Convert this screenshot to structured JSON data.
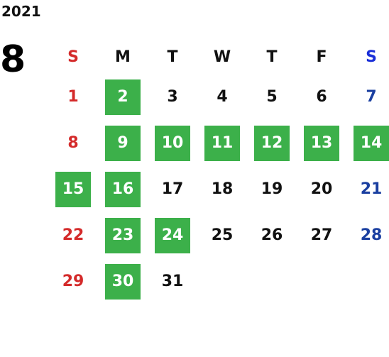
{
  "year": "2021",
  "month": "8",
  "weekdays": [
    "S",
    "M",
    "T",
    "W",
    "T",
    "F",
    "S"
  ],
  "colors": {
    "sunday": "#d42a2a",
    "saturday": "#1a3fa0",
    "highlight": "#3cb04a"
  },
  "weeks": [
    [
      {
        "d": "1"
      },
      {
        "d": "2",
        "hl": true
      },
      {
        "d": "3"
      },
      {
        "d": "4"
      },
      {
        "d": "5"
      },
      {
        "d": "6"
      },
      {
        "d": "7"
      }
    ],
    [
      {
        "d": "8"
      },
      {
        "d": "9",
        "hl": true
      },
      {
        "d": "10",
        "hl": true
      },
      {
        "d": "11",
        "hl": true
      },
      {
        "d": "12",
        "hl": true
      },
      {
        "d": "13",
        "hl": true
      },
      {
        "d": "14",
        "hl": true
      }
    ],
    [
      {
        "d": "15",
        "hl": true
      },
      {
        "d": "16",
        "hl": true
      },
      {
        "d": "17"
      },
      {
        "d": "18"
      },
      {
        "d": "19"
      },
      {
        "d": "20"
      },
      {
        "d": "21"
      }
    ],
    [
      {
        "d": "22"
      },
      {
        "d": "23",
        "hl": true
      },
      {
        "d": "24",
        "hl": true
      },
      {
        "d": "25"
      },
      {
        "d": "26"
      },
      {
        "d": "27"
      },
      {
        "d": "28"
      }
    ],
    [
      {
        "d": "29"
      },
      {
        "d": "30",
        "hl": true
      },
      {
        "d": "31"
      },
      {
        "d": ""
      },
      {
        "d": ""
      },
      {
        "d": ""
      },
      {
        "d": ""
      }
    ]
  ]
}
